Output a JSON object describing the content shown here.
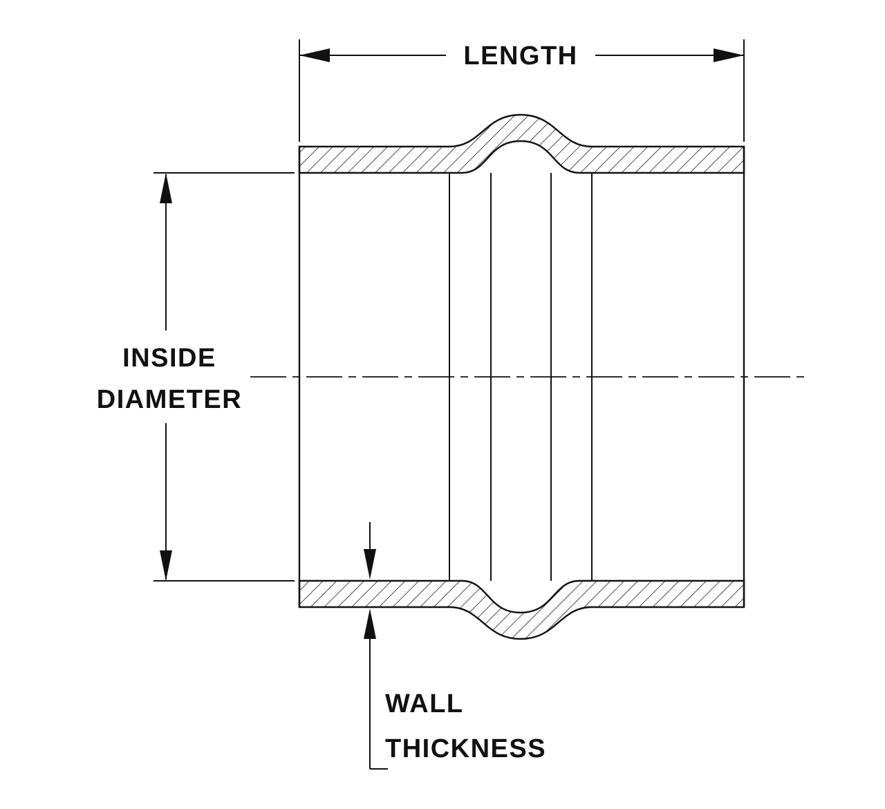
{
  "diagram": {
    "labels": {
      "length": "LENGTH",
      "inside_diameter_line1": "INSIDE",
      "inside_diameter_line2": "DIAMETER",
      "wall_thickness_line1": "WALL",
      "wall_thickness_line2": "THICKNESS"
    },
    "colors": {
      "line": "#111111",
      "background": "#ffffff"
    }
  }
}
